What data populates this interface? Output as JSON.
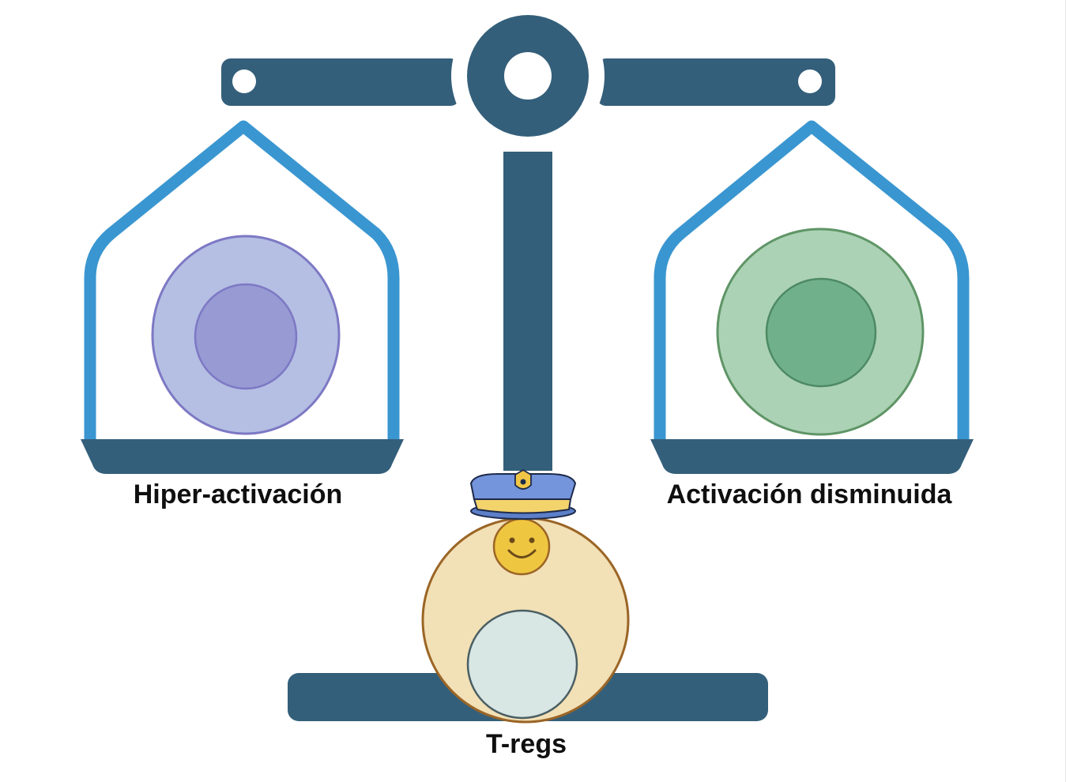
{
  "labels": {
    "left": "Hiper-activación",
    "right": "Activación disminuida",
    "bottom": "T-regs"
  },
  "colors": {
    "scale": "#345f7a",
    "hanger": "#3a96d0",
    "cell_left_outer": "#b4bfe3",
    "cell_left_inner": "#979ad3",
    "cell_left_stroke": "#7d78c4",
    "cell_right_outer": "#abd2b5",
    "cell_right_inner": "#70b18b",
    "cell_right_stroke": "#5f9566",
    "treg_outer": "#f2e0b6",
    "treg_stroke": "#9b6526",
    "treg_nucleus": "#d8e6e4",
    "smiley": "#efc640",
    "hat": "#6f8fd8"
  },
  "icons": [
    "balance-scale-icon",
    "police-hat-icon",
    "smiley-face-icon"
  ]
}
